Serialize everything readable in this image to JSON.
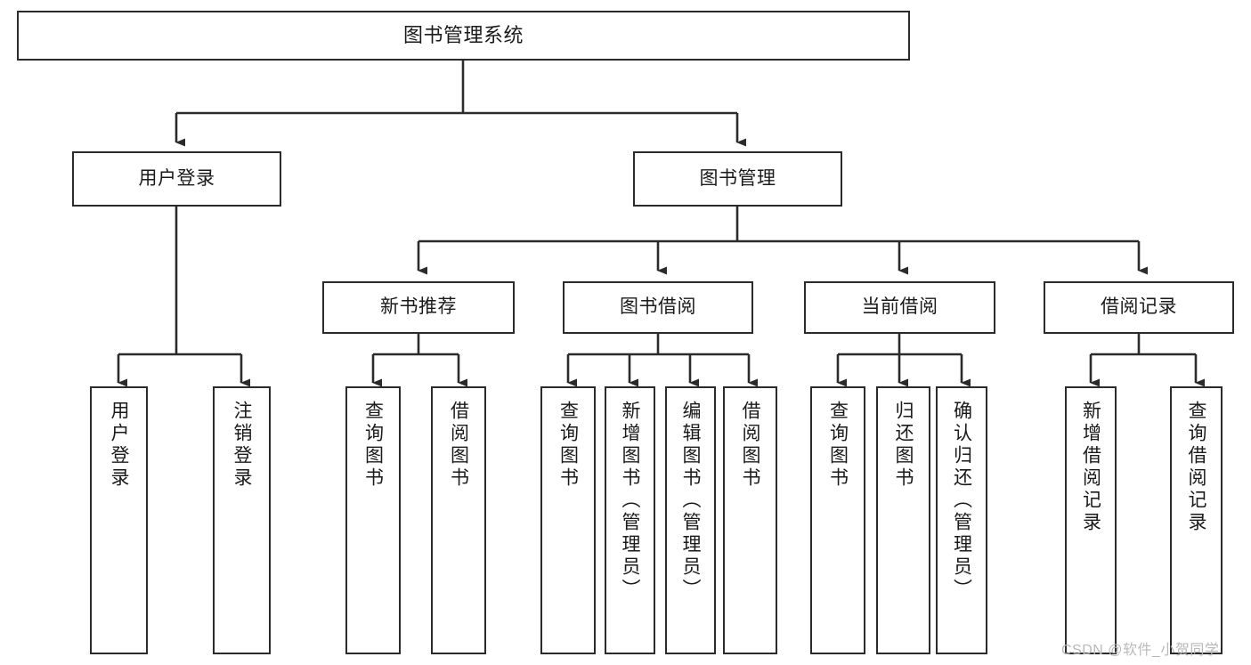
{
  "diagram": {
    "title": "图书管理系统",
    "type": "tree-hierarchy-diagram",
    "root": {
      "label": "图书管理系统"
    },
    "level2": [
      {
        "label": "用户登录"
      },
      {
        "label": "图书管理"
      }
    ],
    "level3": [
      {
        "label": "新书推荐"
      },
      {
        "label": "图书借阅"
      },
      {
        "label": "当前借阅"
      },
      {
        "label": "借阅记录"
      }
    ],
    "leaves": [
      {
        "label": "用户登录",
        "parent": "用户登录"
      },
      {
        "label": "注销登录",
        "parent": "用户登录"
      },
      {
        "label": "查询图书",
        "parent": "新书推荐"
      },
      {
        "label": "借阅图书",
        "parent": "新书推荐"
      },
      {
        "label": "查询图书",
        "parent": "图书借阅"
      },
      {
        "label": "新增图书（管理员）",
        "parent": "图书借阅"
      },
      {
        "label": "编辑图书（管理员）",
        "parent": "图书借阅"
      },
      {
        "label": "借阅图书",
        "parent": "图书借阅"
      },
      {
        "label": "查询图书",
        "parent": "当前借阅"
      },
      {
        "label": "归还图书",
        "parent": "当前借阅"
      },
      {
        "label": "确认归还（管理员）",
        "parent": "当前借阅"
      },
      {
        "label": "新增借阅记录",
        "parent": "借阅记录"
      },
      {
        "label": "查询借阅记录",
        "parent": "借阅记录"
      }
    ]
  },
  "watermark": {
    "text": "CSDN @软件_小贺同学"
  },
  "colors": {
    "stroke": "#2b2b2b",
    "background": "#ffffff",
    "text": "#1a1a1a",
    "watermark": "#b9b9b9"
  }
}
